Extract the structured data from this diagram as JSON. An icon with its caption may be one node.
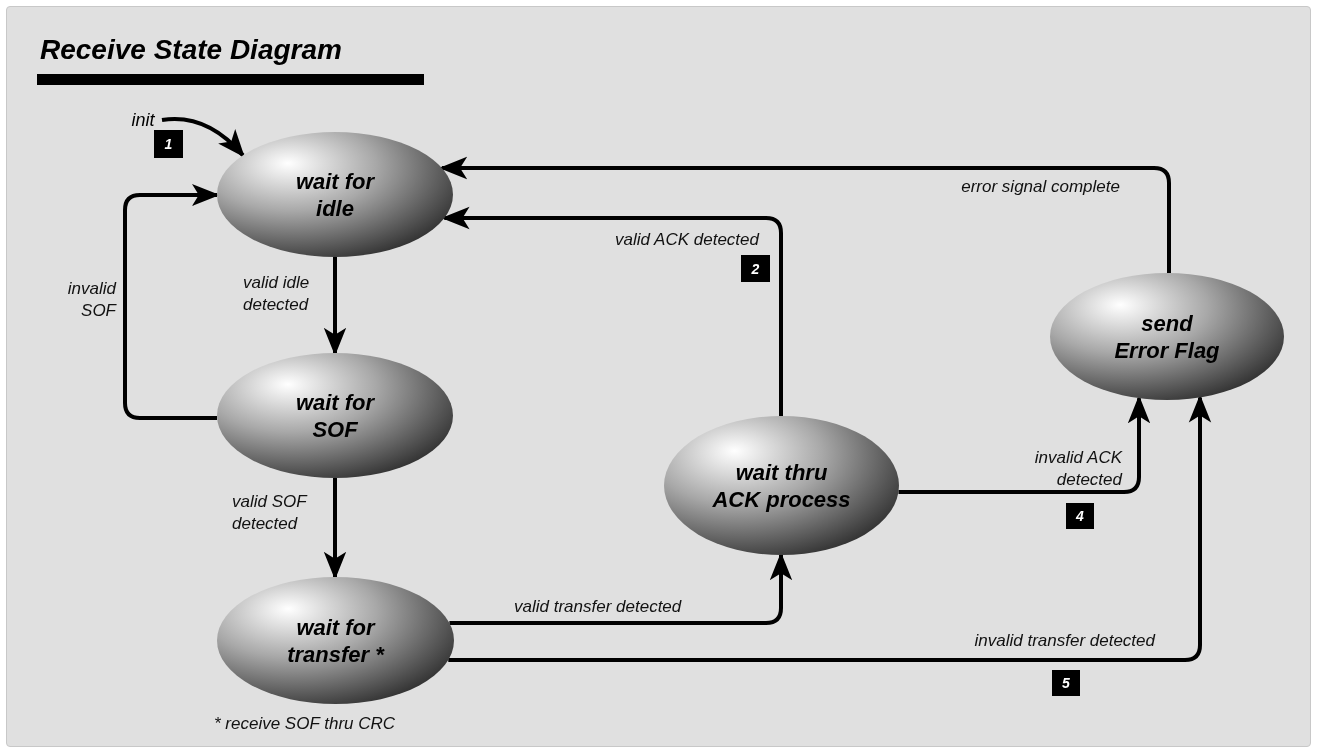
{
  "diagram": {
    "title": "Receive State Diagram",
    "nodes": [
      {
        "text": [
          "init"
        ]
      },
      {
        "text": [
          "wait for idle"
        ]
      },
      {
        "text": [
          "wait for SOF"
        ]
      },
      {
        "text": [
          "wait for transfer *"
        ],
        "beside": [
          "* receive SOF thru CRC"
        ]
      },
      {
        "text": [
          "wait thru ACK process"
        ]
      },
      {
        "text": [
          "send Error Flag"
        ]
      }
    ],
    "edges": [
      {
        "from": 0,
        "to": 1,
        "arrow": "to"
      },
      {
        "from": 1,
        "to": 2,
        "label": "valid idle detected",
        "arrow": "to"
      },
      {
        "from": 2,
        "to": 1,
        "label": "invalid SOF",
        "arrow": "to"
      },
      {
        "from": 2,
        "to": 3,
        "label": "valid SOF detected",
        "arrow": "to"
      },
      {
        "from": 3,
        "to": 4,
        "label": "valid transfer detected",
        "arrow": "to"
      },
      {
        "from": 4,
        "to": 1,
        "label": "valid ACK detected",
        "arrow": "to"
      },
      {
        "from": 4,
        "to": 5,
        "label": "invalid ACK detected",
        "arrow": "to"
      },
      {
        "from": 3,
        "to": 5,
        "label": "invalid transfer detected",
        "arrow": "to"
      },
      {
        "from": 5,
        "to": 1,
        "label": "error signal complete",
        "arrow": "to"
      }
    ],
    "labels": [
      "1",
      "2",
      "4",
      "5"
    ]
  }
}
